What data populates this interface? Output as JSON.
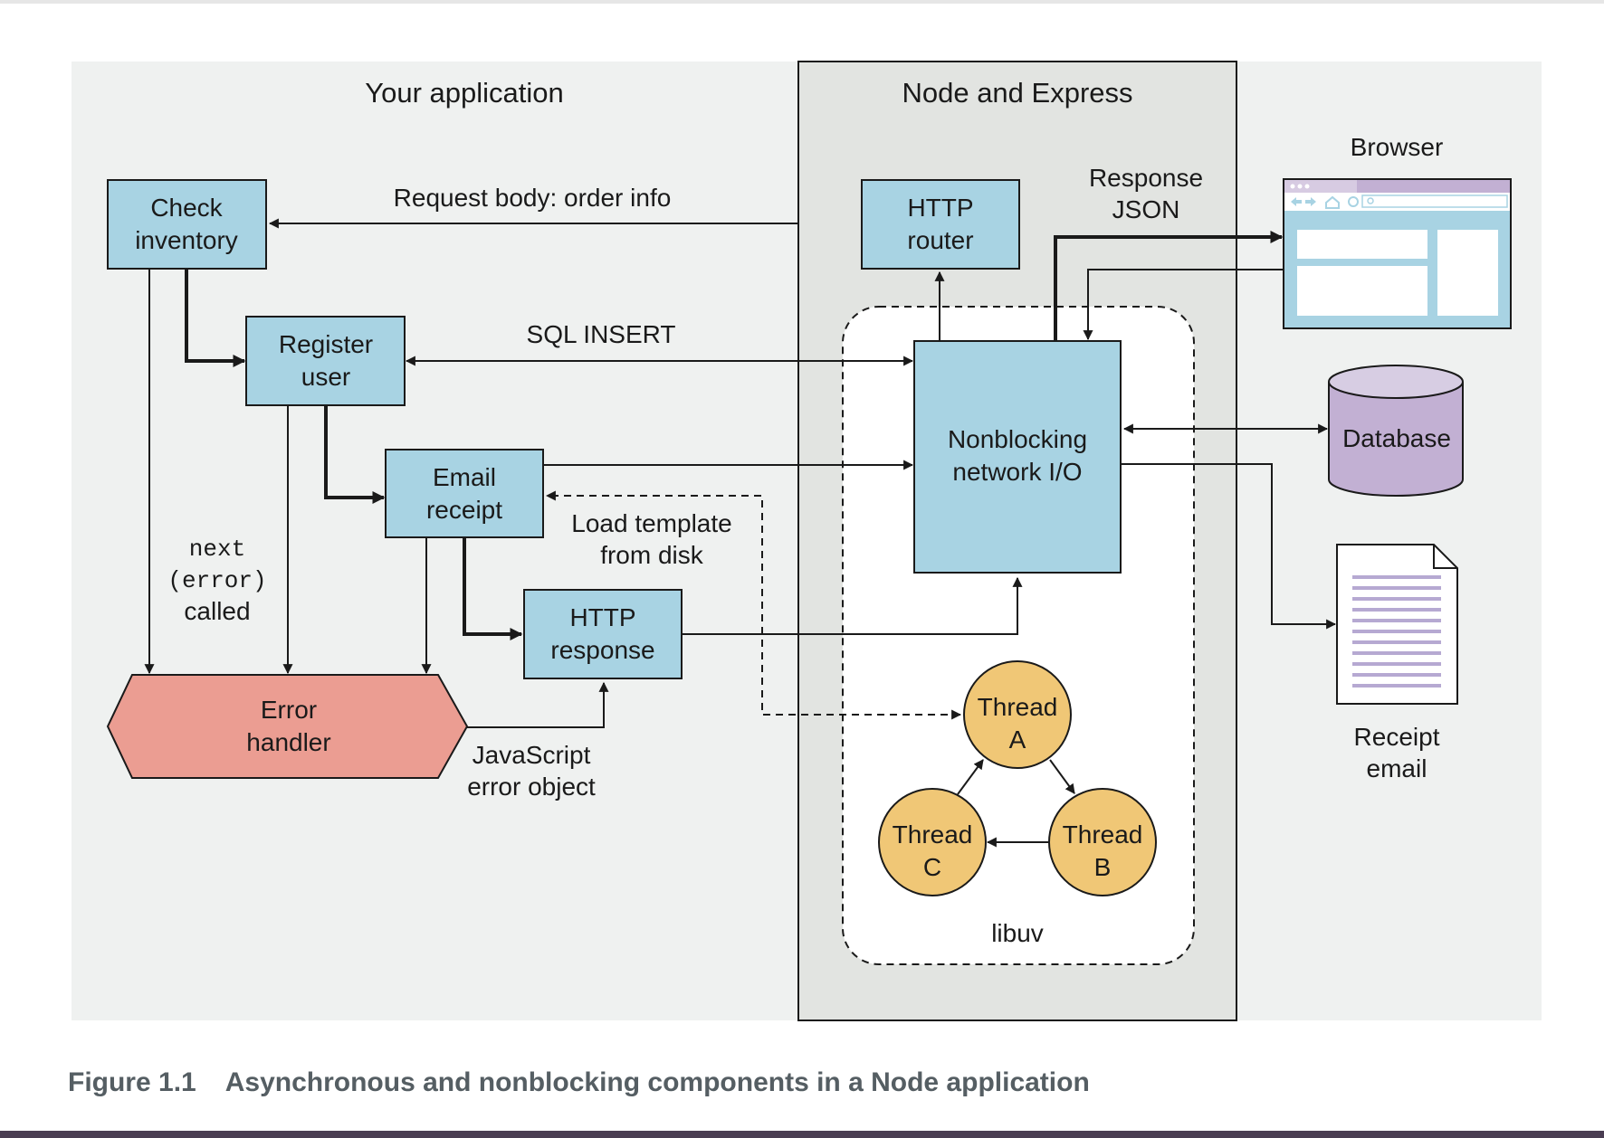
{
  "regions": {
    "app_title": "Your application",
    "node_title": "Node and Express"
  },
  "nodes": {
    "check_inventory": [
      "Check",
      "inventory"
    ],
    "register_user": [
      "Register",
      "user"
    ],
    "email_receipt": [
      "Email",
      "receipt"
    ],
    "http_response": [
      "HTTP",
      "response"
    ],
    "http_router": [
      "HTTP",
      "router"
    ],
    "nonblocking_io": [
      "Nonblocking",
      "network I/O"
    ],
    "error_handler": [
      "Error",
      "handler"
    ],
    "thread_a": [
      "Thread",
      "A"
    ],
    "thread_b": [
      "Thread",
      "B"
    ],
    "thread_c": [
      "Thread",
      "C"
    ],
    "libuv": "libuv",
    "database": "Database",
    "browser": "Browser",
    "receipt_email": [
      "Receipt",
      "email"
    ]
  },
  "edge_labels": {
    "request_body": "Request body: order info",
    "sql_insert": "SQL INSERT",
    "response_json": [
      "Response",
      "JSON"
    ],
    "load_template": [
      "Load template",
      "from disk"
    ],
    "next_error": [
      "next",
      "(error)"
    ],
    "called": "called",
    "js_error": [
      "JavaScript",
      "error object"
    ]
  },
  "colors": {
    "box_fill": "#a8d3e3",
    "thread_fill": "#f0c776",
    "error_fill": "#eb9d92",
    "database_fill": "#c2b0d3",
    "app_bg": "#eff1f0",
    "node_bg": "#e2e4e1"
  },
  "caption": {
    "number": "Figure 1.1",
    "text": "Asynchronous and nonblocking components in a Node application"
  }
}
